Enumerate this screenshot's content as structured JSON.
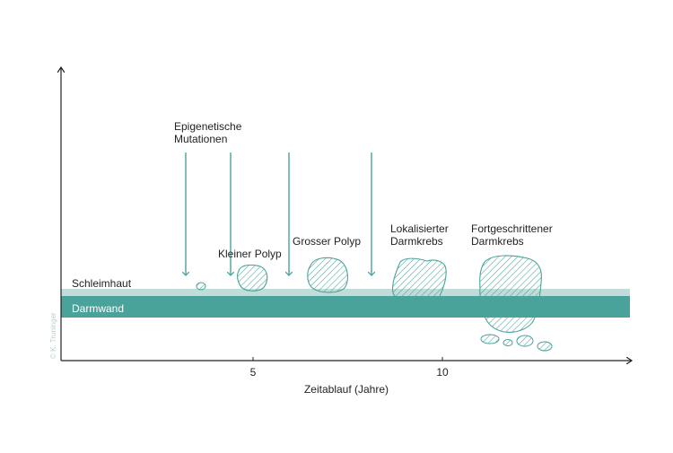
{
  "labels": {
    "mucosa": "Schleimhaut",
    "bowel_wall": "Darmwand",
    "epigenetic_line1": "Epigenetische",
    "epigenetic_line2": "Mutationen",
    "small_polyp": "Kleiner Polyp",
    "large_polyp": "Grosser Polyp",
    "localized_line1": "Lokalisierter",
    "localized_line2": "Darmkrebs",
    "advanced_line1": "Fortgeschrittener",
    "advanced_line2": "Darmkrebs"
  },
  "axis": {
    "x_title": "Zeitablauf (Jahre)",
    "ticks": [
      "5",
      "10"
    ]
  },
  "credit": "© K. Truninger",
  "colors": {
    "teal": "#4aa39b",
    "light_teal": "#c2dcd9",
    "axis": "#222222"
  }
}
